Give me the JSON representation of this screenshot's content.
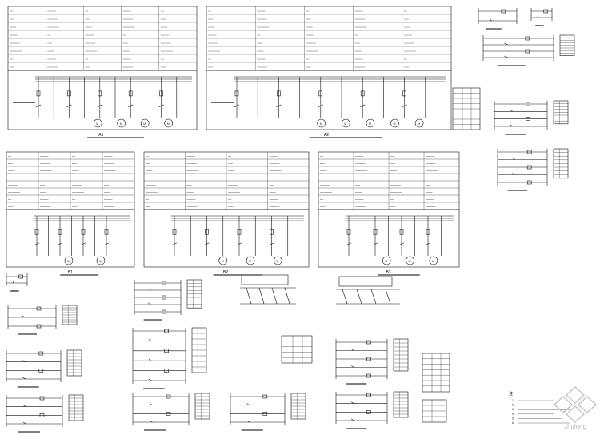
{
  "drawing": {
    "panels": {
      "A1": {
        "label": "A1"
      },
      "A2": {
        "label": "A2"
      },
      "B1": {
        "label": "B1"
      },
      "B2": {
        "label": "B2"
      },
      "B3": {
        "label": "B3"
      }
    },
    "notes_header": "注：",
    "note_numbers": [
      "1.",
      "2.",
      "3.",
      "4.",
      "5.",
      "6."
    ],
    "watermark": "zhulong"
  },
  "colors": {
    "ink": "#111111",
    "paper": "#ffffff",
    "watermark": "#b8b8b8"
  }
}
